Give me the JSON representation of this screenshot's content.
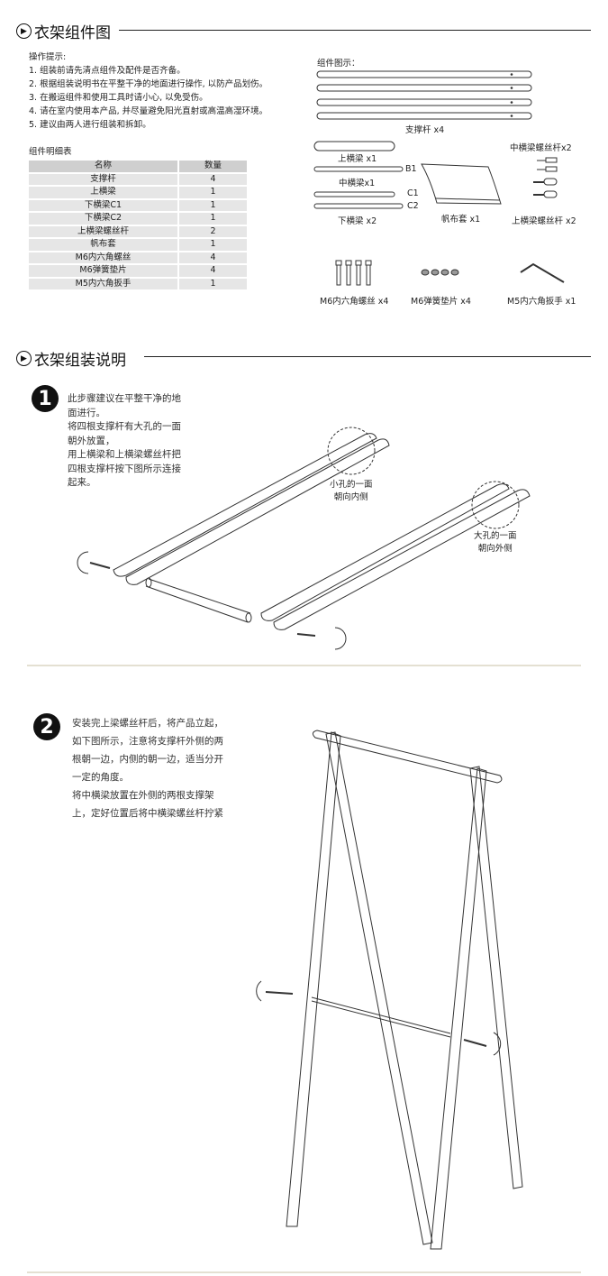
{
  "section1": {
    "title": "衣架组件图"
  },
  "tips": {
    "heading": "操作提示:",
    "items": [
      "1. 组装前请先清点组件及配件是否齐备。",
      "2. 根据组装说明书在平整干净的地面进行操作, 以防产品划伤。",
      "3. 在搬运组件和使用工具时请小心, 以免受伤。",
      "4. 请在室内使用本产品, 并尽量避免阳光直射或高温高湿环境。",
      "5. 建议由两人进行组装和拆卸。"
    ]
  },
  "parts_table": {
    "title": "组件明细表",
    "headers": [
      "名称",
      "数量"
    ],
    "rows": [
      [
        "支撑杆",
        "4"
      ],
      [
        "上横梁",
        "1"
      ],
      [
        "下横梁C1",
        "1"
      ],
      [
        "下横梁C2",
        "1"
      ],
      [
        "上横梁螺丝杆",
        "2"
      ],
      [
        "帆布套",
        "1"
      ],
      [
        "M6内六角螺丝",
        "4"
      ],
      [
        "M6弹簧垫片",
        "4"
      ],
      [
        "M5内六角扳手",
        "1"
      ]
    ]
  },
  "diagram": {
    "heading": "组件图示：",
    "support_rod": "支撑杆 x4",
    "top_beam": "上横梁 x1",
    "mid_beam": "中横梁x1",
    "b1": "B1",
    "c1": "C1",
    "c2": "C2",
    "bottom_beam": "下横梁 x2",
    "canvas_cover": "帆布套 x1",
    "mid_screw": "中横梁螺丝杆x2",
    "top_screw": "上横梁螺丝杆 x2",
    "m6_screw": "M6内六角螺丝 x4",
    "m6_washer": "M6弹簧垫片 x4",
    "m5_wrench": "M5内六角扳手 x1"
  },
  "section2": {
    "title": "衣架组装说明"
  },
  "step1": {
    "number": "1",
    "lines": [
      "此步骤建议在平整干净的地",
      "面进行。",
      "将四根支撑杆有大孔的一面",
      "朝外放置，",
      "用上横梁和上横梁螺丝杆把",
      "四根支撑杆按下图所示连接",
      "起来。"
    ],
    "callout_small": [
      "小孔的一面",
      "朝向内侧"
    ],
    "callout_large": [
      "大孔的一面",
      "朝向外侧"
    ]
  },
  "step2": {
    "number": "2",
    "lines": [
      "安装完上梁螺丝杆后，将产品立起，",
      "如下图所示，注意将支撑杆外侧的两",
      "根朝一边，内侧的朝一边，适当分开",
      "一定的角度。",
      "将中横梁放置在外侧的两根支撑架",
      "上，定好位置后将中横梁螺丝杆拧紧"
    ]
  }
}
